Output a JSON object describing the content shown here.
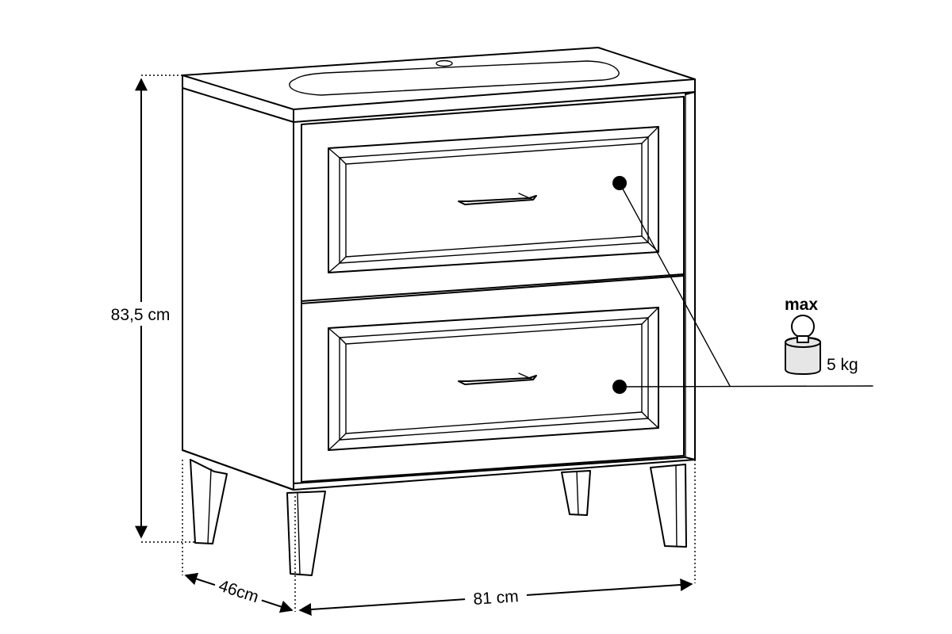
{
  "dimensions": {
    "height": "83,5 cm",
    "depth": "46cm",
    "width": "81 cm"
  },
  "load": {
    "label": "max",
    "weight": "5 kg",
    "icon": "weight-icon"
  }
}
